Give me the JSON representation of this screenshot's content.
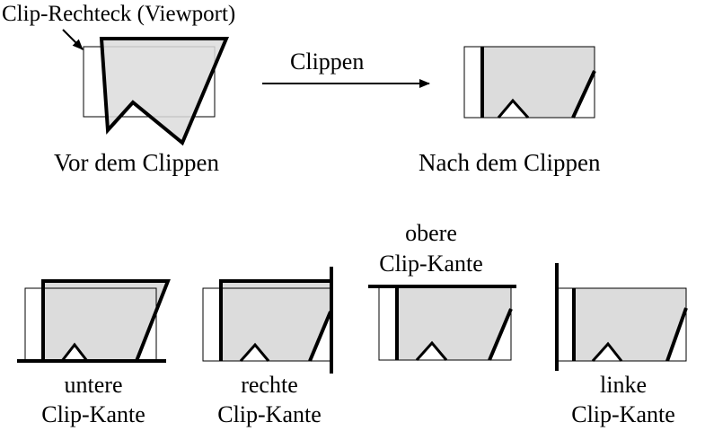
{
  "colors": {
    "fill": "#DCDCDC",
    "stroke": "#000000",
    "background": "#FFFFFF"
  },
  "top": {
    "clip_rect_label": "Clip-Rechteck (Viewport)",
    "arrow_label": "Clippen",
    "before_caption": "Vor dem Clippen",
    "after_caption": "Nach dem Clippen"
  },
  "steps": [
    {
      "line1": "untere",
      "line2": "Clip-Kante"
    },
    {
      "line1": "rechte",
      "line2": "Clip-Kante"
    },
    {
      "line1": "obere",
      "line2": "Clip-Kante"
    },
    {
      "line1": "linke",
      "line2": "Clip-Kante"
    }
  ]
}
